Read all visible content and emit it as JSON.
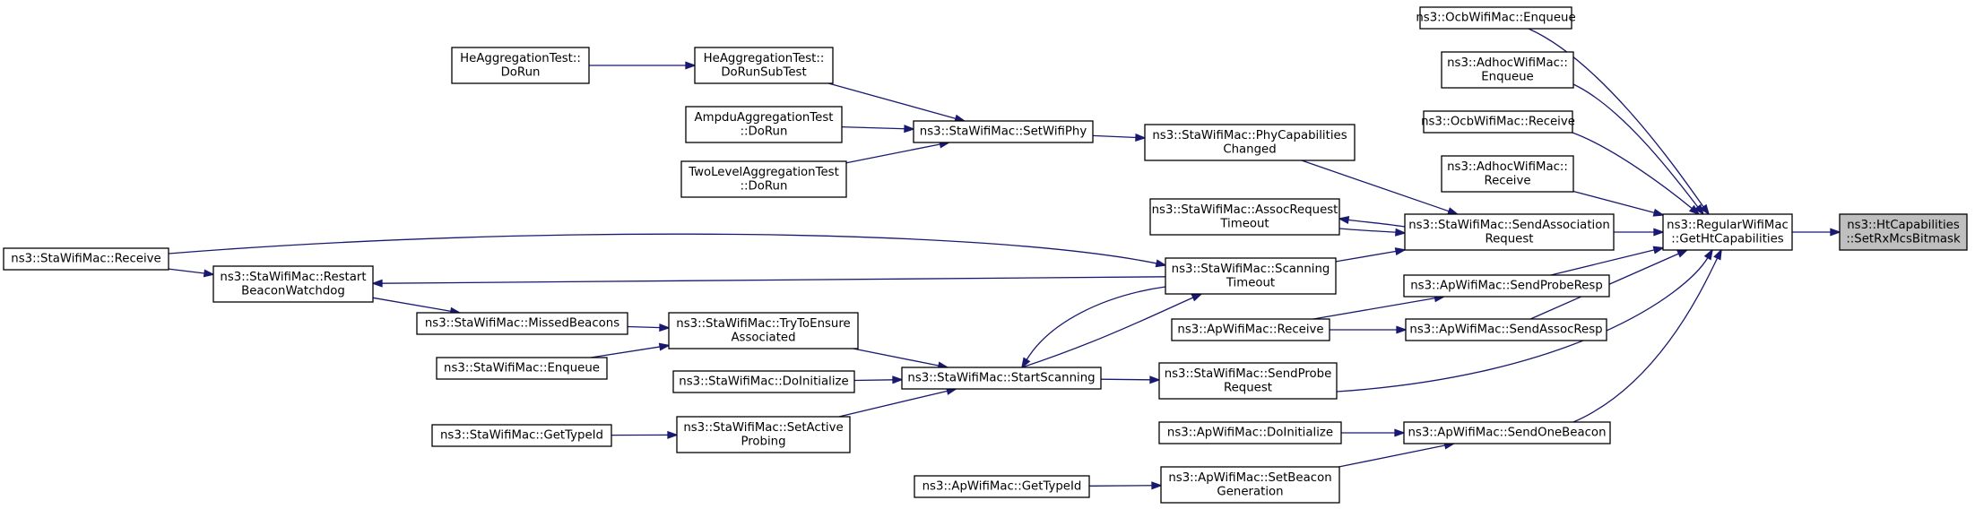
{
  "graph": {
    "nodes": {
      "ht_setrx": {
        "lines": [
          "ns3::HtCapabilities",
          "::SetRxMcsBitmask"
        ]
      },
      "rwm_getht": {
        "lines": [
          "ns3::RegularWifiMac",
          "::GetHtCapabilities"
        ]
      },
      "ocb_enqueue": {
        "lines": [
          "ns3::OcbWifiMac::Enqueue"
        ]
      },
      "adhoc_enqueue": {
        "lines": [
          "ns3::AdhocWifiMac::",
          "Enqueue"
        ]
      },
      "ocb_receive": {
        "lines": [
          "ns3::OcbWifiMac::Receive"
        ]
      },
      "adhoc_receive": {
        "lines": [
          "ns3::AdhocWifiMac::",
          "Receive"
        ]
      },
      "sta_sendassoc": {
        "lines": [
          "ns3::StaWifiMac::SendAssociation",
          "Request"
        ]
      },
      "ap_sendprobe": {
        "lines": [
          "ns3::ApWifiMac::SendProbeResp"
        ]
      },
      "ap_sendassoc": {
        "lines": [
          "ns3::ApWifiMac::SendAssocResp"
        ]
      },
      "sta_sendprobe": {
        "lines": [
          "ns3::StaWifiMac::SendProbe",
          "Request"
        ]
      },
      "ap_sendbeacon": {
        "lines": [
          "ns3::ApWifiMac::SendOneBeacon"
        ]
      },
      "sta_phycap": {
        "lines": [
          "ns3::StaWifiMac::PhyCapabilities",
          "Changed"
        ]
      },
      "sta_assoctimeout": {
        "lines": [
          "ns3::StaWifiMac::AssocRequest",
          "Timeout"
        ]
      },
      "sta_scantimeout": {
        "lines": [
          "ns3::StaWifiMac::Scanning",
          "Timeout"
        ]
      },
      "ap_receive": {
        "lines": [
          "ns3::ApWifiMac::Receive"
        ]
      },
      "sta_startscan": {
        "lines": [
          "ns3::StaWifiMac::StartScanning"
        ]
      },
      "ap_doinit": {
        "lines": [
          "ns3::ApWifiMac::DoInitialize"
        ]
      },
      "ap_setbeacon": {
        "lines": [
          "ns3::ApWifiMac::SetBeacon",
          "Generation"
        ]
      },
      "ap_gettypeid": {
        "lines": [
          "ns3::ApWifiMac::GetTypeId"
        ]
      },
      "sta_setphy": {
        "lines": [
          "ns3::StaWifiMac::SetWifiPhy"
        ]
      },
      "he_dorunsub": {
        "lines": [
          "HeAggregationTest::",
          "DoRunSubTest"
        ]
      },
      "he_dorun": {
        "lines": [
          "HeAggregationTest::",
          "DoRun"
        ]
      },
      "ampdu_dorun": {
        "lines": [
          "AmpduAggregationTest",
          "::DoRun"
        ]
      },
      "twolevel_dorun": {
        "lines": [
          "TwoLevelAggregationTest",
          "::DoRun"
        ]
      },
      "sta_receive": {
        "lines": [
          "ns3::StaWifiMac::Receive"
        ]
      },
      "sta_restartbw": {
        "lines": [
          "ns3::StaWifiMac::Restart",
          "BeaconWatchdog"
        ]
      },
      "sta_missed": {
        "lines": [
          "ns3::StaWifiMac::MissedBeacons"
        ]
      },
      "sta_enqueue": {
        "lines": [
          "ns3::StaWifiMac::Enqueue"
        ]
      },
      "sta_tryassoc": {
        "lines": [
          "ns3::StaWifiMac::TryToEnsure",
          "Associated"
        ]
      },
      "sta_doinit": {
        "lines": [
          "ns3::StaWifiMac::DoInitialize"
        ]
      },
      "sta_setactive": {
        "lines": [
          "ns3::StaWifiMac::SetActive",
          "Probing"
        ]
      },
      "sta_gettypeid": {
        "lines": [
          "ns3::StaWifiMac::GetTypeId"
        ]
      }
    },
    "edges": [
      [
        "rwm_getht",
        "ht_setrx"
      ],
      [
        "ocb_enqueue",
        "rwm_getht"
      ],
      [
        "adhoc_enqueue",
        "rwm_getht"
      ],
      [
        "ocb_receive",
        "rwm_getht"
      ],
      [
        "adhoc_receive",
        "rwm_getht"
      ],
      [
        "sta_sendassoc",
        "rwm_getht"
      ],
      [
        "ap_sendprobe",
        "rwm_getht"
      ],
      [
        "ap_sendassoc",
        "rwm_getht"
      ],
      [
        "sta_sendprobe",
        "rwm_getht"
      ],
      [
        "ap_sendbeacon",
        "rwm_getht"
      ],
      [
        "sta_phycap",
        "sta_sendassoc"
      ],
      [
        "sta_sendassoc",
        "sta_assoctimeout"
      ],
      [
        "sta_assoctimeout",
        "sta_sendassoc"
      ],
      [
        "sta_scantimeout",
        "sta_sendassoc"
      ],
      [
        "ap_receive",
        "ap_sendprobe"
      ],
      [
        "ap_receive",
        "ap_sendassoc"
      ],
      [
        "sta_startscan",
        "sta_sendprobe"
      ],
      [
        "ap_doinit",
        "ap_sendbeacon"
      ],
      [
        "ap_setbeacon",
        "ap_sendbeacon"
      ],
      [
        "ap_gettypeid",
        "ap_setbeacon"
      ],
      [
        "sta_setphy",
        "sta_phycap"
      ],
      [
        "he_dorunsub",
        "sta_setphy"
      ],
      [
        "he_dorun",
        "he_dorunsub"
      ],
      [
        "ampdu_dorun",
        "sta_setphy"
      ],
      [
        "twolevel_dorun",
        "sta_setphy"
      ],
      [
        "sta_receive",
        "sta_scantimeout"
      ],
      [
        "sta_scantimeout",
        "sta_restartbw"
      ],
      [
        "sta_receive",
        "sta_restartbw"
      ],
      [
        "sta_restartbw",
        "sta_missed"
      ],
      [
        "sta_missed",
        "sta_tryassoc"
      ],
      [
        "sta_enqueue",
        "sta_tryassoc"
      ],
      [
        "sta_tryassoc",
        "sta_startscan"
      ],
      [
        "sta_doinit",
        "sta_startscan"
      ],
      [
        "sta_setactive",
        "sta_startscan"
      ],
      [
        "sta_gettypeid",
        "sta_setactive"
      ],
      [
        "sta_startscan",
        "sta_scantimeout"
      ],
      [
        "sta_scantimeout",
        "sta_startscan"
      ]
    ],
    "colors": {
      "edge": "#191970",
      "node_border": "#000000",
      "node_fill": "#ffffff",
      "focus_fill": "#bfbfbf"
    }
  }
}
